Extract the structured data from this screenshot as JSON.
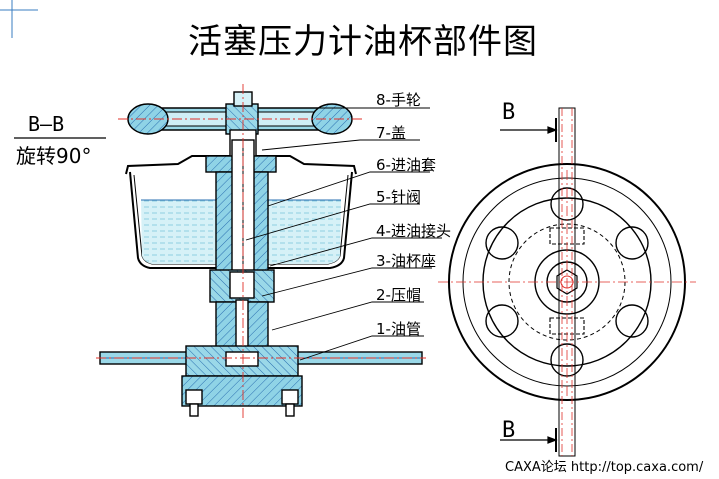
{
  "title": "活塞压力计油杯部件图",
  "section": {
    "name": "B—B",
    "rotation": "旋转90°"
  },
  "parts": [
    {
      "label": "8-手轮"
    },
    {
      "label": "7-盖"
    },
    {
      "label": "6-进油套"
    },
    {
      "label": "5-针阀"
    },
    {
      "label": "4-进油接头"
    },
    {
      "label": "3-油杯座"
    },
    {
      "label": "2-压帽"
    },
    {
      "label": "1-油管"
    }
  ],
  "view_marks": {
    "top": "B",
    "bottom": "B"
  },
  "footer": "CAXA论坛 http://top.caxa.com/",
  "colors": {
    "line": "#000000",
    "hatch": "#2a6fb0",
    "oil": "#c9ecf4",
    "cyan": "#9ad8e8",
    "center": "#e0302a",
    "pink": "#f2b2c8"
  }
}
